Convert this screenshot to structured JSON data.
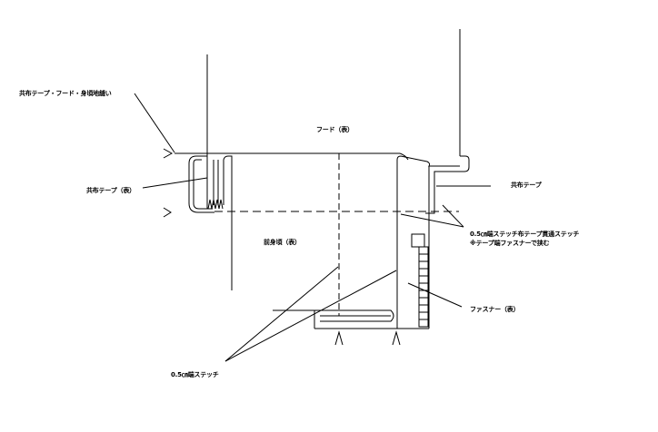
{
  "labels": {
    "tape_hood_body": "共布テープ・フード・身頃地縫い",
    "tape_left": "共布テープ（表）",
    "hood": "フード（表）",
    "tape_right": "共布テープ",
    "stitch_note_line1": "0.5㎝端ステッチ布テープ貫通ステッチ",
    "stitch_note_line2": "※テープ端ファスナーで挟む",
    "front_body": "前身頃（表）",
    "zipper": "ファスナー（表）",
    "edge_stitch": "0.5㎝端ステッチ"
  }
}
